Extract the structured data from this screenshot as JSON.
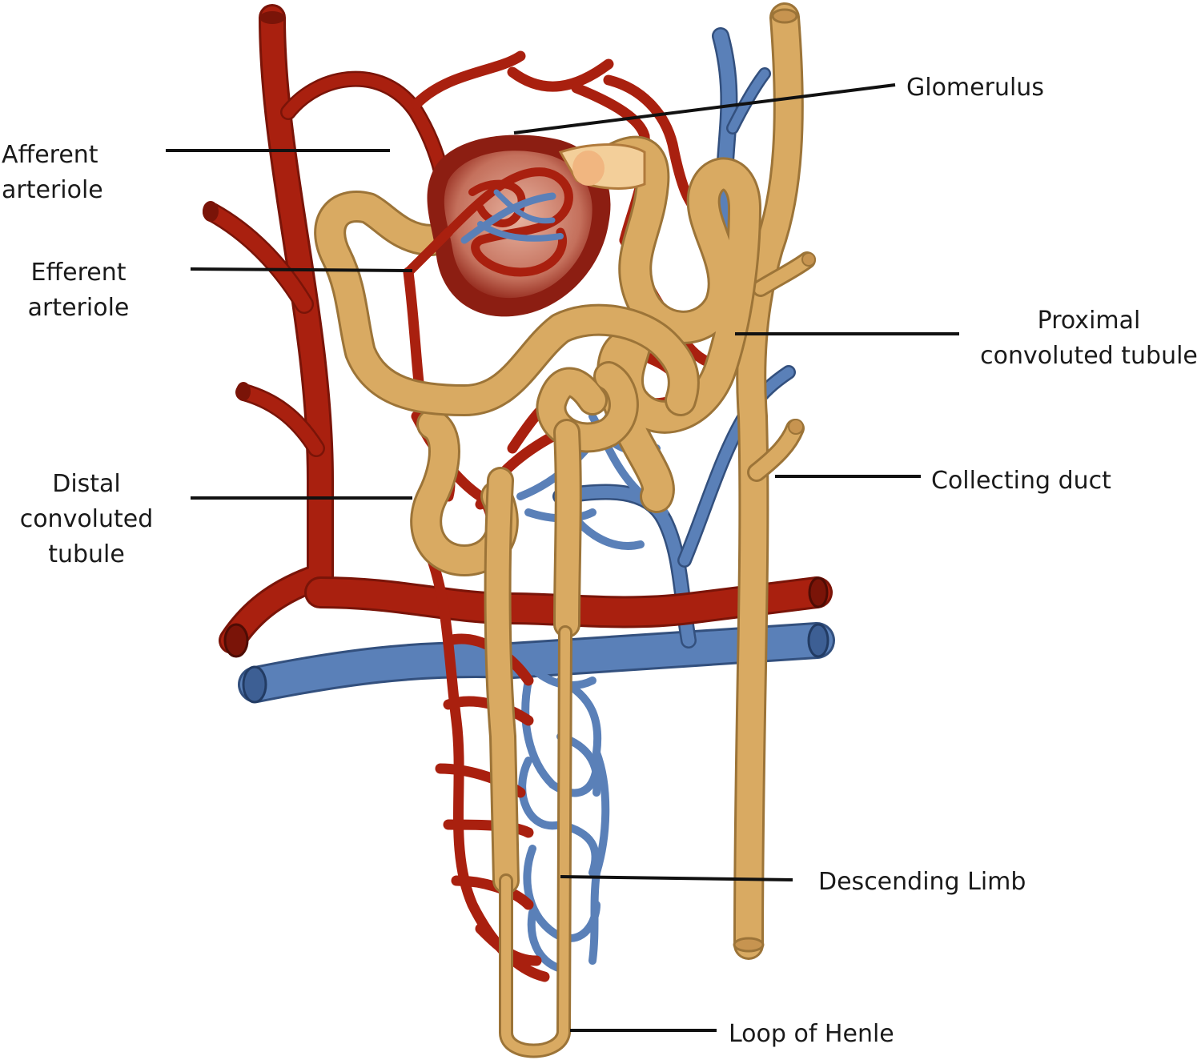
{
  "colors": {
    "artery": "#a9200f",
    "artery_dark": "#7a1408",
    "vein": "#5a80b8",
    "vein_dark": "#33507e",
    "tubule": "#d9aa62",
    "tubule_dark": "#9c7438",
    "capsule": "#8c1e12",
    "capsule_light": "#c88878",
    "leader": "#111111"
  },
  "labels": {
    "glomerulus": [
      "Glomerulus"
    ],
    "afferent": [
      "Afferent",
      "arteriole"
    ],
    "efferent": [
      "Efferent",
      "arteriole"
    ],
    "proximal": [
      "Proximal",
      "convoluted tubule"
    ],
    "distal": [
      "Distal",
      "convoluted",
      "tubule"
    ],
    "collecting": [
      "Collecting duct"
    ],
    "descending": [
      "Descending Limb"
    ],
    "loop": [
      "Loop of Henle"
    ]
  }
}
